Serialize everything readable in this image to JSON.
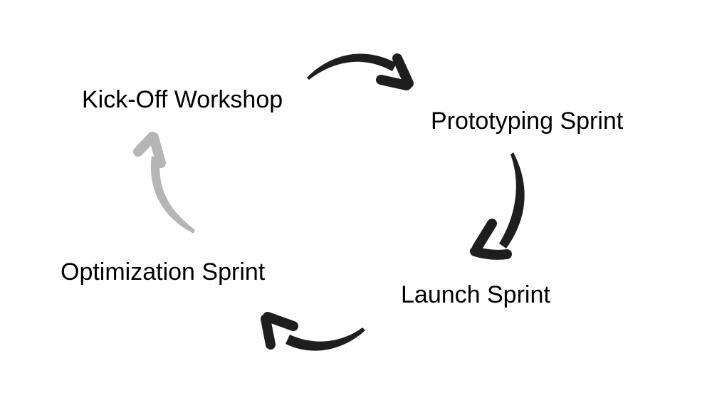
{
  "diagram": {
    "type": "cycle",
    "stages": [
      {
        "id": "kickoff",
        "label": "Kick-Off Workshop"
      },
      {
        "id": "prototyping",
        "label": "Prototyping Sprint"
      },
      {
        "id": "launch",
        "label": "Launch Sprint"
      },
      {
        "id": "optimization",
        "label": "Optimization Sprint"
      }
    ],
    "connections": [
      {
        "from": "Kick-Off Workshop",
        "to": "Prototyping Sprint",
        "style": "dark"
      },
      {
        "from": "Prototyping Sprint",
        "to": "Launch Sprint",
        "style": "dark"
      },
      {
        "from": "Launch Sprint",
        "to": "Optimization Sprint",
        "style": "dark"
      },
      {
        "from": "Optimization Sprint",
        "to": "Kick-Off Workshop",
        "style": "light"
      }
    ]
  },
  "colors": {
    "background": "#ffffff",
    "text": "#000000",
    "arrow_dark": "#1e1e1e",
    "arrow_light": "#b5b5b5"
  }
}
